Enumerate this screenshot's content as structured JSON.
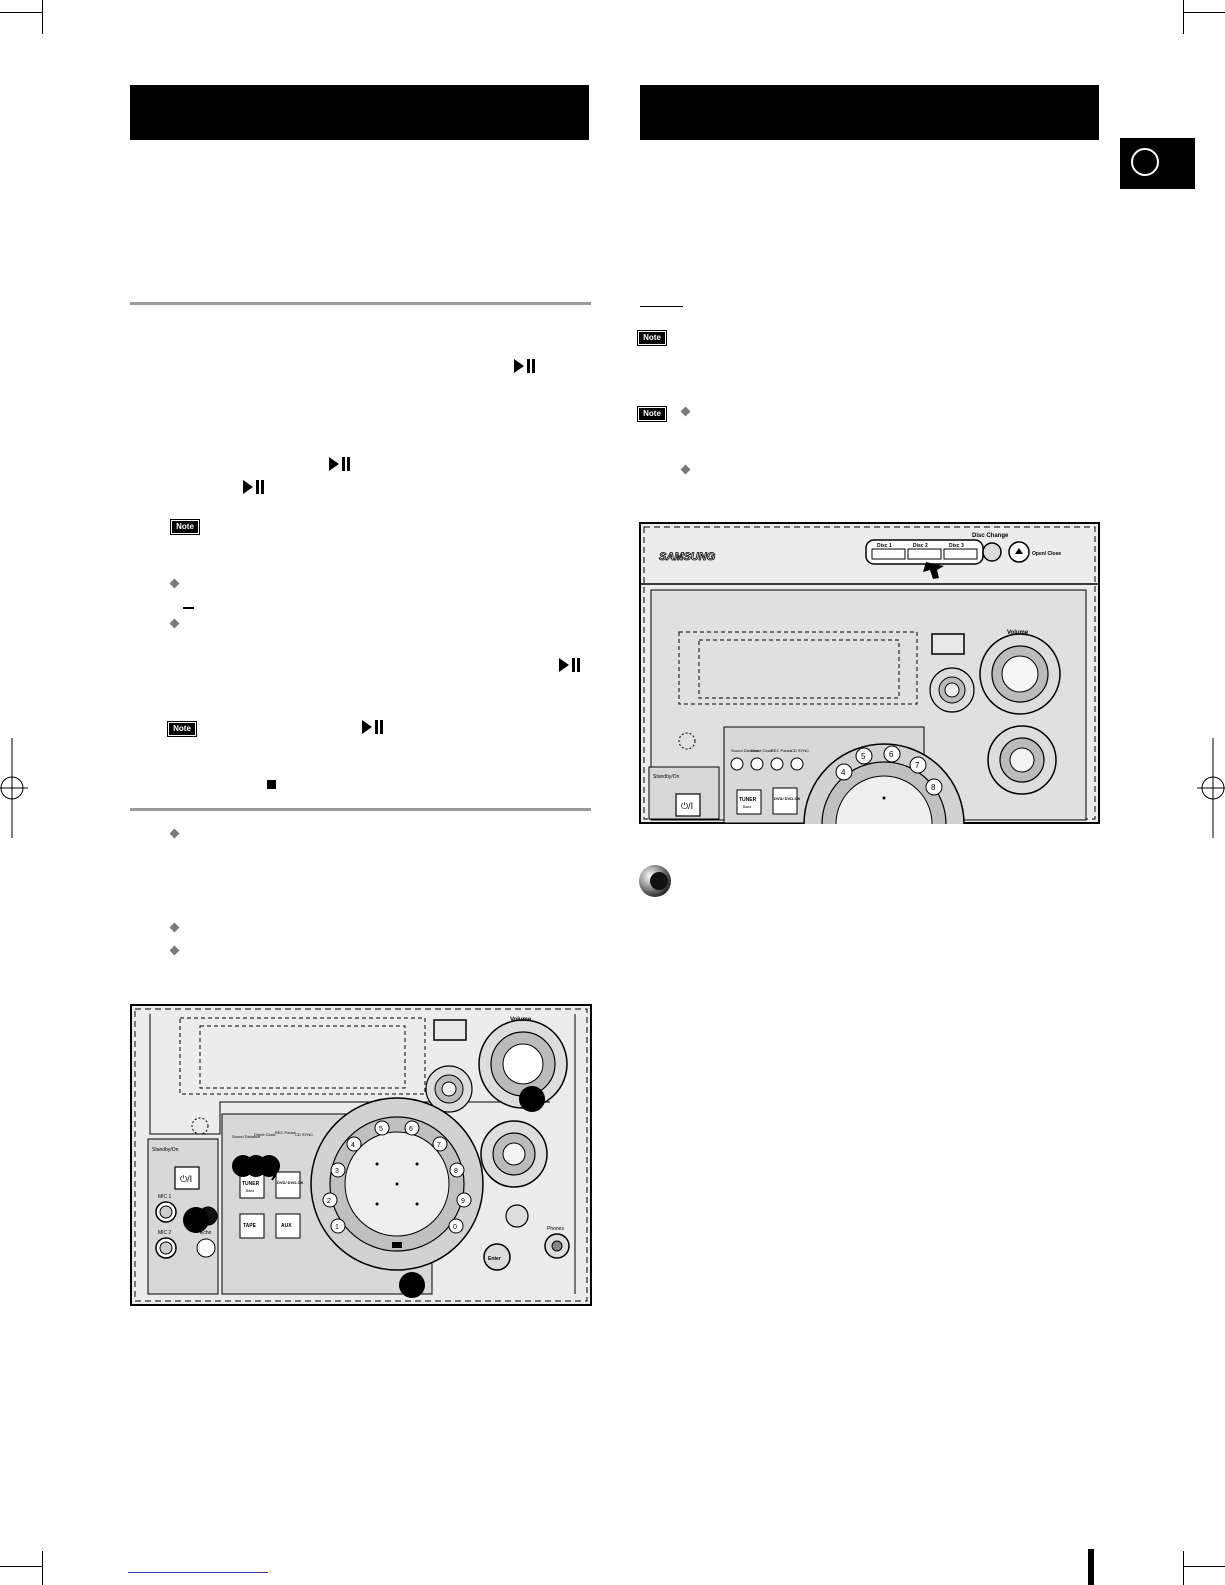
{
  "badges": {
    "note_label": "Note"
  },
  "panel_right": {
    "brand": "SAMSUNG",
    "disc1": "Disc 1",
    "disc2": "Disc 2",
    "disc3": "Disc 3",
    "disc_change": "Disc Change",
    "open_close": "Open/ Close",
    "volume": "Volume",
    "btn_sound_distance": "Sound Distance",
    "btn_direct_clock": "Direct Clock",
    "btn_rec_pause": "REC Pause",
    "btn_cd_sync": "CD SYNC.",
    "standby": "Standby/On",
    "tuner": "TUNER",
    "tuner_sub": "Band",
    "dvd": "DVD/ DVD-OK",
    "keypad_numbers": [
      "4",
      "5",
      "6",
      "7",
      "8"
    ]
  },
  "panel_left": {
    "volume": "Volume",
    "btn_sound_distance": "Sound Distance",
    "btn_direct_clock": "Direct Clock",
    "btn_rec_pause": "REC Pause",
    "btn_cd_sync": "CD SYNC.",
    "standby": "Standby/On",
    "mic1": "MIC 1",
    "mic2": "MIC 2",
    "echo": "Echo",
    "tuner": "TUNER",
    "tuner_sub": "Band",
    "dvd": "DVD/ DVD-OK",
    "tape": "TAPE",
    "aux": "AUX",
    "enter": "Enter",
    "phones": "Phones",
    "keypad_numbers": [
      "1",
      "2",
      "3",
      "4",
      "5",
      "6",
      "7",
      "8",
      "9",
      "0"
    ]
  },
  "colors": {
    "bar": "#000000",
    "rule": "#9a9a9a",
    "panel_bg": "#e6e6e6"
  }
}
